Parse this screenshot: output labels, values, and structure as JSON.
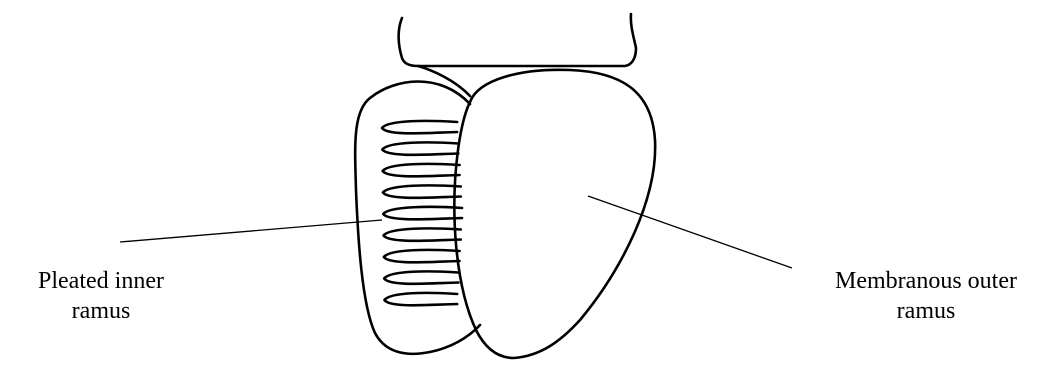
{
  "labels": {
    "inner_line1": "Pleated inner",
    "inner_line2": "ramus",
    "outer_line1": "Membranous outer",
    "outer_line2": "ramus"
  },
  "colors": {
    "ink": "#000000",
    "background": "#ffffff"
  },
  "pleat_count": 9
}
